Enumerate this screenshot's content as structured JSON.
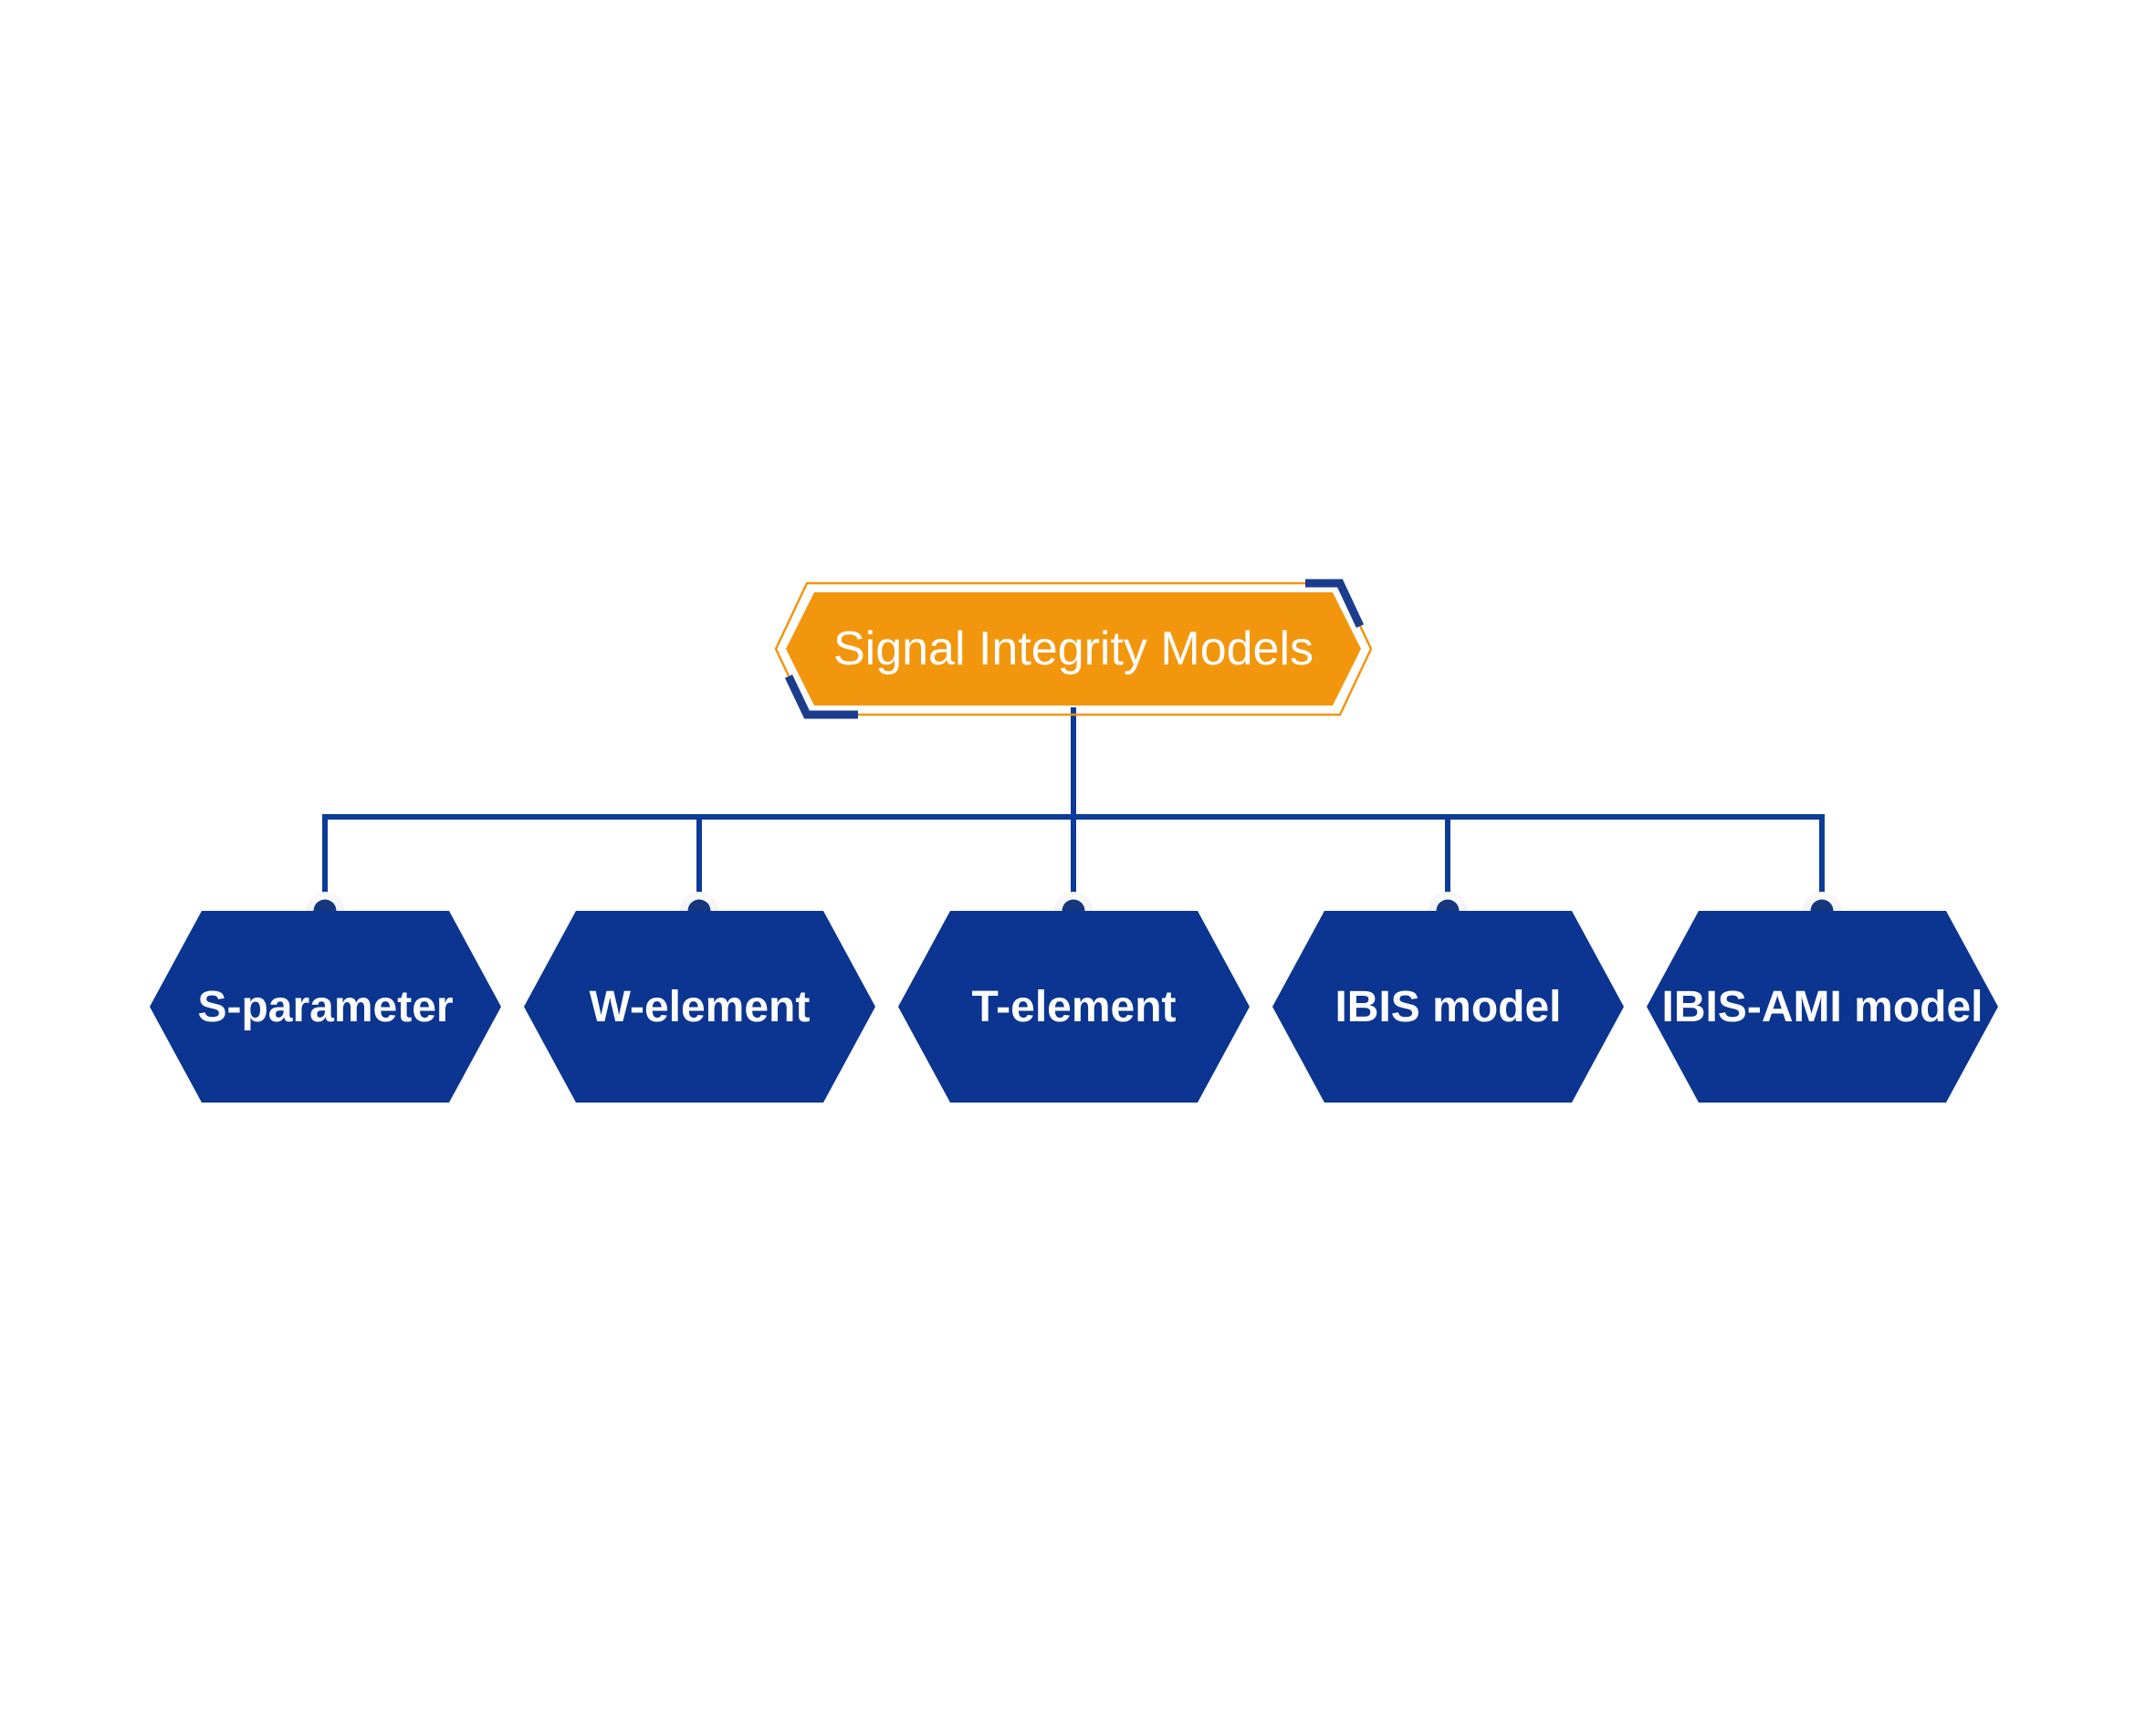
{
  "diagram": {
    "root": {
      "label": "Signal Integrity Models"
    },
    "children": [
      {
        "label": "S-parameter"
      },
      {
        "label": "W-element"
      },
      {
        "label": "T-element"
      },
      {
        "label": "IBIS model"
      },
      {
        "label": "IBIS-AMI model"
      }
    ],
    "colors": {
      "root_fill": "#F2960D",
      "node_fill": "#0B3590",
      "connector": "#0D3B97",
      "bracket": "#1C3C8E",
      "dot_fill": "#14377E",
      "label_text": "#FFFFFF"
    }
  }
}
